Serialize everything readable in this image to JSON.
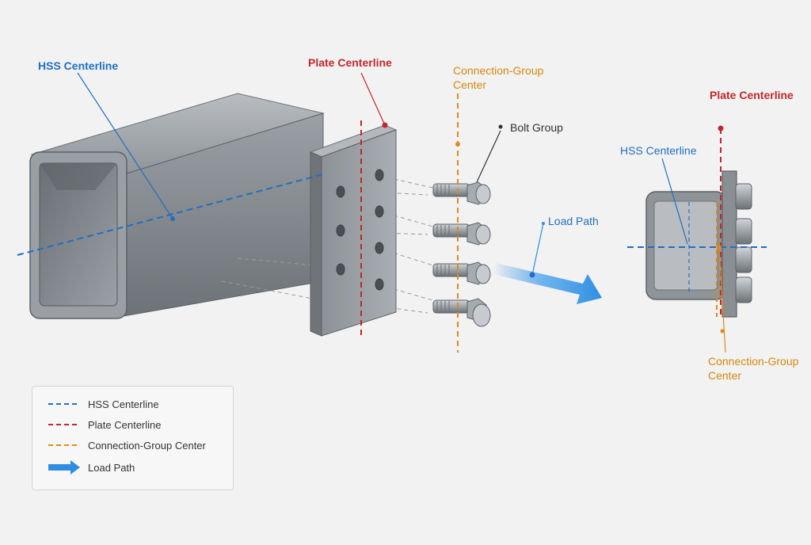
{
  "labels": {
    "hss_centerline_main": "HSS Centerline",
    "plate_centerline_main": "Plate Centerline",
    "connection_group_center_main_line1": "Connection-Group",
    "connection_group_center_main_line2": "Center",
    "bolt_group": "Bolt Group",
    "load_path": "Load Path",
    "plate_centerline_side": "Plate Centerline",
    "hss_centerline_side": "HSS Centerline",
    "connection_group_center_side_line1": "Connection-Group",
    "connection_group_center_side_line2": "Center"
  },
  "legend": {
    "items": [
      {
        "label": "HSS Centerline",
        "color": "#1f6fc1",
        "style": "dashed"
      },
      {
        "label": "Plate Centerline",
        "color": "#c0282d",
        "style": "dashed"
      },
      {
        "label": "Connection-Group Center",
        "color": "#e08a17",
        "style": "dashed"
      },
      {
        "label": "Load Path",
        "color": "#2f8ee0",
        "style": "arrow"
      }
    ]
  },
  "colors": {
    "hss_blue": "#1f6fc1",
    "plate_red": "#c0282d",
    "group_orange": "#e08a17",
    "load_arrow": "#2f8ee0",
    "steel": "#8a8e92"
  }
}
